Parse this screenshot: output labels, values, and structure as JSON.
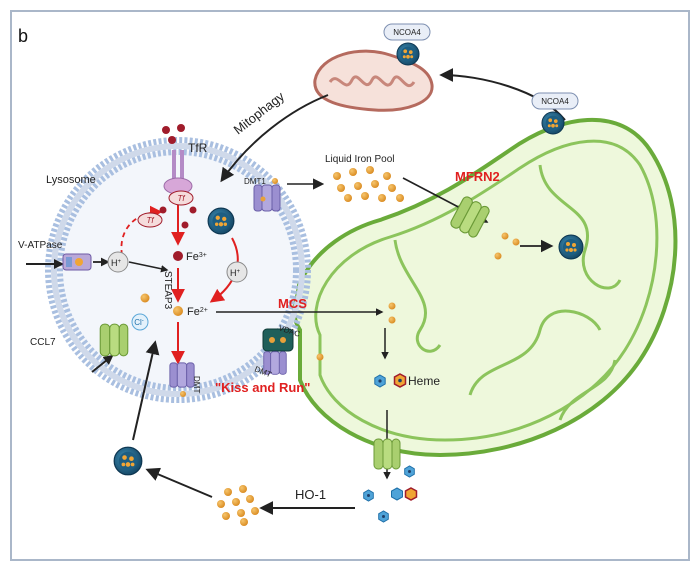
{
  "panel_label": "b",
  "labels": {
    "tfr": "TfR",
    "lysosome": "Lysosome",
    "v_atpase": "V-ATPase",
    "ccl7": "CCL7",
    "steap3": "STEAP3",
    "fe3": "Fe",
    "fe3_charge": "3+",
    "fe2": "Fe",
    "fe2_charge": "2+",
    "h_plus_1": "H",
    "h_plus_2": "H",
    "h_charge": "+",
    "tf_1": "Tf",
    "tf_2": "Tf",
    "cl": "Cl",
    "cl_charge": "-",
    "dmt1_top": "DMT1",
    "dmt1_bottom": "DMT",
    "dmt_mito": "DMT",
    "vdac": "VDAC",
    "liquid_iron_pool": "Liquid Iron Pool",
    "mfrn2": "MFRN2",
    "mcs": "MCS",
    "kiss_and_run": "\"Kiss and Run\"",
    "heme": "Heme",
    "ho1": "HO-1",
    "mitophagy": "Mitophagy",
    "ncoa4_top": "NCOA4",
    "ncoa4_mid": "NCOA4"
  },
  "colors": {
    "frame": "#aab7c9",
    "membrane_head": "#a9bfe0",
    "membrane_tail": "#cfd9ea",
    "lysosome_fill": "#f3f6fb",
    "mito_outer": "#6aab3a",
    "mito_fill": "#eef8dc",
    "mito_stroke": "#7bb84a",
    "mitochondrion_small": "#d9a8a0",
    "iron": "#e8a13a",
    "iron_dark": "#c07a1a",
    "dark_red": "#a01c2b",
    "red": "#e02020",
    "ferritin": "#1f5f84",
    "channel_green": "#a9cf6f",
    "dmt_purple": "#9b8fd0",
    "vdac_teal": "#1f5f5a",
    "heme_blue": "#4fa3d8"
  }
}
